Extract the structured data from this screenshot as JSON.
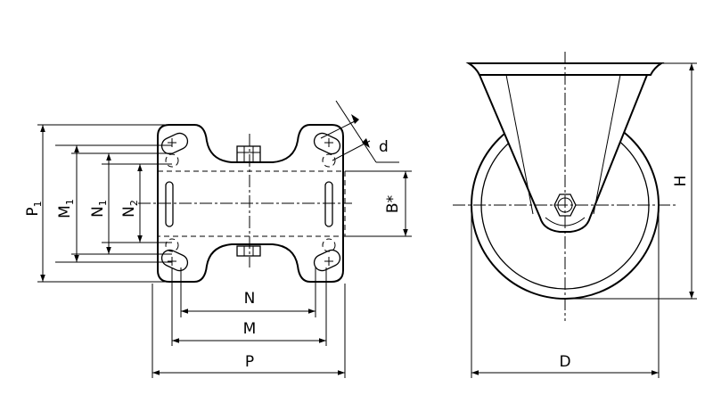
{
  "labels": {
    "P1": {
      "main": "P",
      "sub": "1"
    },
    "M1": {
      "main": "M",
      "sub": "1"
    },
    "N1": {
      "main": "N",
      "sub": "1"
    },
    "N2": {
      "main": "N",
      "sub": "2"
    },
    "B": "B*",
    "d": "d",
    "N": "N",
    "M": "M",
    "P": "P",
    "D": "D",
    "H": "H"
  }
}
